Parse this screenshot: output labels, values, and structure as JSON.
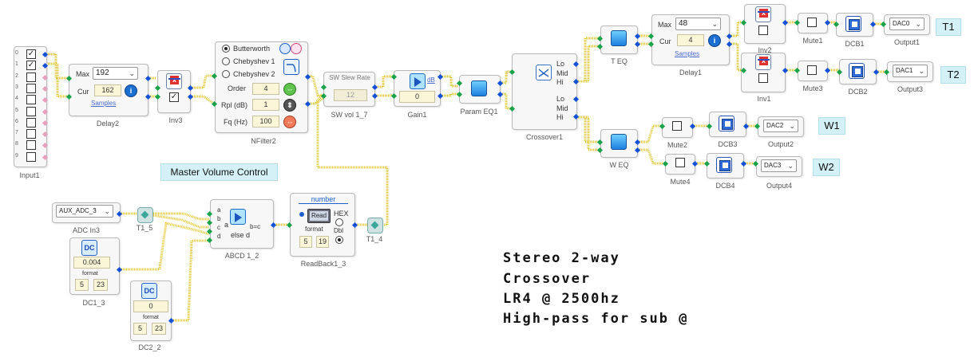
{
  "input1": {
    "caption": "Input1",
    "channels": [
      "0",
      "1",
      "2",
      "3",
      "4",
      "5",
      "6",
      "7",
      "8",
      "9"
    ],
    "checked": [
      true,
      true,
      false,
      false,
      false,
      false,
      false,
      false,
      false,
      false
    ]
  },
  "delay2": {
    "caption": "Delay2",
    "max_label": "Max",
    "max_value": "192",
    "cur_label": "Cur",
    "cur_value": "162",
    "units": "Samples"
  },
  "inv3": {
    "caption": "Inv3"
  },
  "nfilter2": {
    "caption": "NFilter2",
    "types": [
      "Butterworth",
      "Chebyshev 1",
      "Chebyshev 2"
    ],
    "order_label": "Order",
    "order_value": "4",
    "rpl_label": "Rpl (dB)",
    "rpl_value": "1",
    "fq_label": "Fq (Hz)",
    "fq_value": "100"
  },
  "swvol": {
    "caption": "SW vol 1_7",
    "title": "SW Slew Rate",
    "value": "12"
  },
  "gain1": {
    "caption": "Gain1",
    "unit": "dB",
    "value": "0"
  },
  "parameq1": {
    "caption": "Param EQ1"
  },
  "crossover1": {
    "caption": "Crossover1",
    "out_a": [
      "Lo",
      "Mid",
      "Hi"
    ],
    "out_b": [
      "Lo",
      "Mid",
      "Hi"
    ]
  },
  "teq": {
    "caption": "T EQ"
  },
  "weq": {
    "caption": "W EQ"
  },
  "delay1": {
    "caption": "Delay1",
    "max_label": "Max",
    "max_value": "48",
    "cur_label": "Cur",
    "cur_value": "4",
    "units": "Samples"
  },
  "inv2": {
    "caption": "Inv2"
  },
  "inv1": {
    "caption": "Inv1"
  },
  "mute1": {
    "caption": "Mute1"
  },
  "mute3": {
    "caption": "Mute3"
  },
  "mute2": {
    "caption": "Mute2"
  },
  "mute4": {
    "caption": "Mute4"
  },
  "dcb1": {
    "caption": "DCB1"
  },
  "dcb2": {
    "caption": "DCB2"
  },
  "dcb3": {
    "caption": "DCB3"
  },
  "dcb4": {
    "caption": "DCB4"
  },
  "output1": {
    "caption": "Output1",
    "value": "DAC0"
  },
  "output3": {
    "caption": "Output3",
    "value": "DAC1"
  },
  "output2": {
    "caption": "Output2",
    "value": "DAC2"
  },
  "output4": {
    "caption": "Output4",
    "value": "DAC3"
  },
  "tags": {
    "t1": "T1",
    "t2": "T2",
    "w1": "W1",
    "w2": "W2"
  },
  "master_volume": "Master Volume Control",
  "adc": {
    "caption": "ADC In3",
    "value": "AUX_ADC_3"
  },
  "t1_5": {
    "caption": "T1_5"
  },
  "t1_4": {
    "caption": "T1_4"
  },
  "abcd": {
    "caption": "ABCD 1_2",
    "inputs": [
      "a",
      "b",
      "c",
      "d"
    ],
    "body_a": "a",
    "body_else": "else d",
    "out": "b=c"
  },
  "readback": {
    "caption": "ReadBack1_3",
    "title": "number",
    "read_btn": "Read",
    "hex": "HEX",
    "dbl": "Dbl",
    "format": "format",
    "f1": "5",
    "f2": "19"
  },
  "dc1_3": {
    "caption": "DC1_3",
    "icon": "DC",
    "value": "0.004",
    "format": "format",
    "f1": "5",
    "f2": "23"
  },
  "dc2_2": {
    "caption": "DC2_2",
    "icon": "DC",
    "value": "0",
    "format": "format",
    "f1": "5",
    "f2": "23"
  },
  "notes": [
    "Stereo 2-way",
    "Crossover",
    "LR4 @ 2500hz",
    "High-pass for sub @"
  ],
  "colors": {
    "wire": "#e3c62a",
    "pin_in": "#1aa34a",
    "pin_out": "#1550d8",
    "tag_bg": "#d4f1f7"
  }
}
